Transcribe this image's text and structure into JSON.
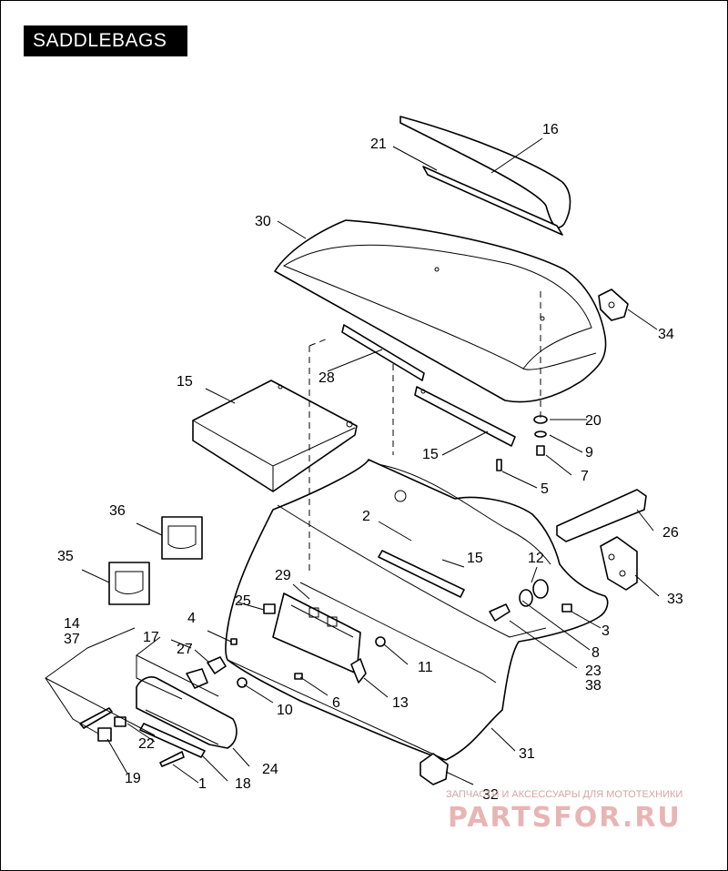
{
  "title": "SADDLEBAGS",
  "callouts": {
    "c1": "1",
    "c2": "2",
    "c3": "3",
    "c4": "4",
    "c5": "5",
    "c6": "6",
    "c7": "7",
    "c8": "8",
    "c9": "9",
    "c10": "10",
    "c11": "11",
    "c12": "12",
    "c13": "13",
    "c14": "14",
    "c15a": "15",
    "c15b": "15",
    "c15c": "15",
    "c16": "16",
    "c17": "17",
    "c18": "18",
    "c19": "19",
    "c20": "20",
    "c21": "21",
    "c22": "22",
    "c23": "23",
    "c24": "24",
    "c25": "25",
    "c26": "26",
    "c27": "27",
    "c28": "28",
    "c29": "29",
    "c30": "30",
    "c31": "31",
    "c32": "32",
    "c33": "33",
    "c34": "34",
    "c35": "35",
    "c36": "36",
    "c37": "37",
    "c38": "38"
  },
  "watermark": {
    "tagline": "ЗАПЧАСТИ И АКСЕССУАРЫ ДЛЯ МОТОТЕХНИКИ",
    "logo": "PARTSFOR.RU"
  }
}
